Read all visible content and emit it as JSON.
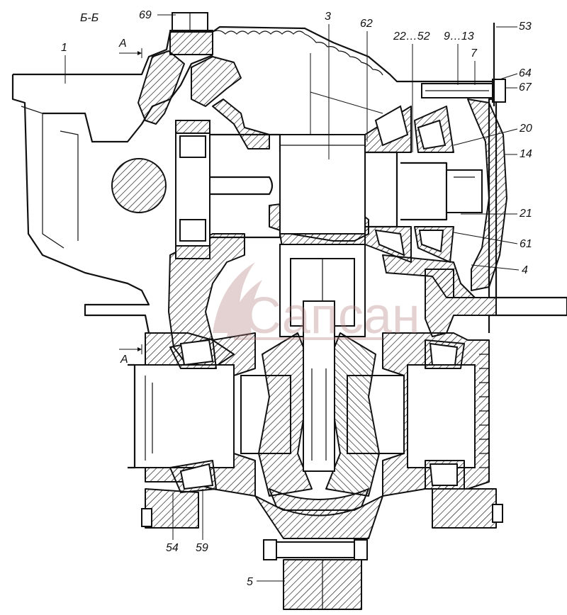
{
  "section_label": "Б-Б",
  "watermark": "Сапсан",
  "colors": {
    "ink": "#111111",
    "watermark": "#b58080",
    "background": "#ffffff"
  },
  "callouts": {
    "c1": "1",
    "c3": "3",
    "c4": "4",
    "c5": "5",
    "c7": "7",
    "c9_13": "9…13",
    "c14": "14",
    "c20": "20",
    "c21": "21",
    "c22_52": "22…52",
    "c53": "53",
    "c54": "54",
    "c59": "59",
    "c61": "61",
    "c62": "62",
    "c64": "64",
    "c67": "67",
    "c69": "69",
    "cutA_top": "A",
    "cutA_bottom": "A"
  }
}
